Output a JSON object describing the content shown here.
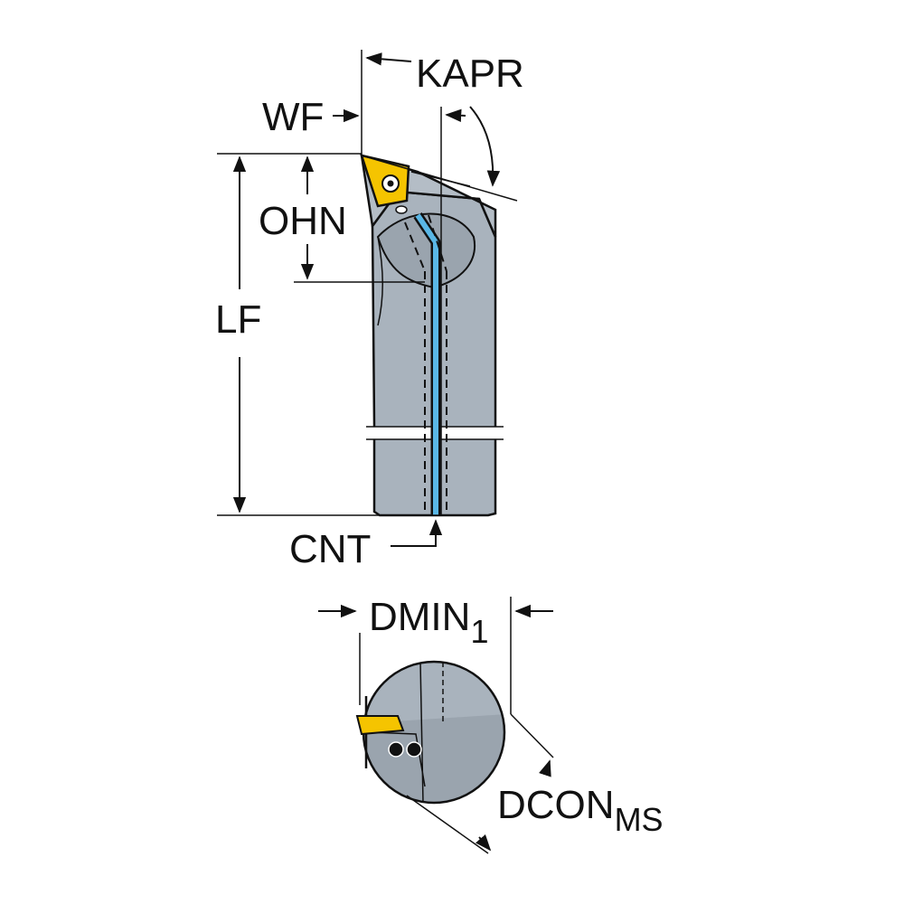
{
  "labels": {
    "kapr": "KAPR",
    "wf": "WF",
    "ohn": "OHN",
    "lf": "LF",
    "cnt": "CNT",
    "dmin_main": "DMIN",
    "dmin_sub": "1",
    "dcon_main": "DCON",
    "dcon_sub": "MS"
  },
  "colors": {
    "body_gray": "#a9b3bd",
    "body_dark": "#8e98a3",
    "insert_yellow": "#f5c400",
    "coolant_blue": "#5ab7e6",
    "outline": "#111111"
  }
}
